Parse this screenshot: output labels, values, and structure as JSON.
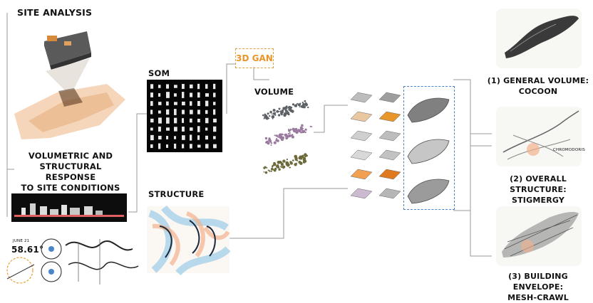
{
  "labels": {
    "site_analysis": "SITE ANALYSIS",
    "volumetric_line1": "VOLUMETRIC AND",
    "volumetric_line2": "STRUCTURAL RESPONSE",
    "volumetric_line3": "TO SITE CONDITIONS",
    "som": "SOM",
    "gan": "3D GAN",
    "volume": "VOLUME",
    "structure": "STRUCTURE",
    "out1_line1": "(1) GENERAL VOLUME:",
    "out1_line2": "COCOON",
    "out2_line1": "(2) OVERALL STRUCTURE:",
    "out2_line2": "STIGMERGY",
    "out3_line1": "(3) BUILDING ENVELOPE:",
    "out3_line2": "MESH-CRAWL",
    "chromodoris": "CHROMODORIS",
    "sun_date": "JUNE 21",
    "sun_angle": "58.61°"
  },
  "colors": {
    "gan_orange": "#e8962a",
    "dash_blue": "#4a86c5",
    "volume_gray": "#5c6166",
    "volume_purple": "#9a7a9e",
    "volume_olive": "#6c6a3a",
    "structure_blue": "#7fb8de",
    "structure_peach": "#f2b08c"
  }
}
